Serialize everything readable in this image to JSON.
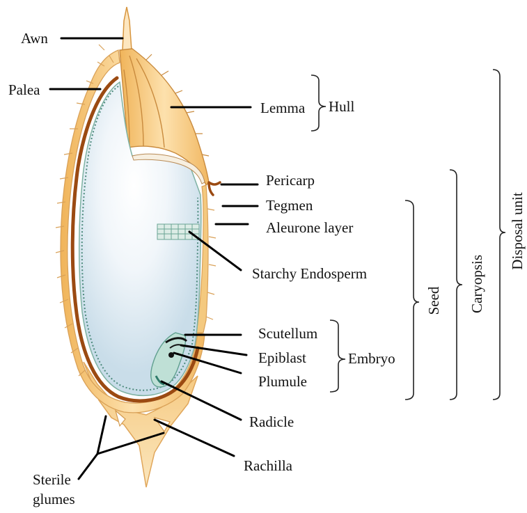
{
  "labels": {
    "awn": "Awn",
    "palea": "Palea",
    "lemma": "Lemma",
    "hull": "Hull",
    "pericarp": "Pericarp",
    "tegmen": "Tegmen",
    "aleurone_layer": "Aleurone layer",
    "starchy_endosperm": "Starchy Endosperm",
    "scutellum": "Scutellum",
    "epiblast": "Epiblast",
    "plumule": "Plumule",
    "embryo": "Embryo",
    "radicle": "Radicle",
    "rachilla": "Rachilla",
    "sterile_glumes_line1": "Sterile",
    "sterile_glumes_line2": "glumes",
    "seed": "Seed",
    "caryopsis": "Caryopsis",
    "disposal_unit": "Disposal unit"
  },
  "colors": {
    "hull_orange": "#f3c27a",
    "hull_light": "#fde3b4",
    "pericarp_brown": "#9b4a12",
    "endosperm": "#dce9f1",
    "endosperm_highlight": "#f4f8fb",
    "aleurone": "#7fb2a3",
    "embryo_teal": "#8fc8bb"
  }
}
